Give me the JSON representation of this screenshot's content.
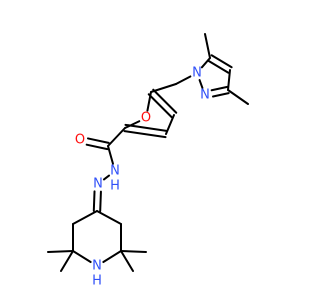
{
  "background": "#ffffff",
  "colors": {
    "bond": "#000000",
    "N": "#3050F8",
    "O": "#FF0D0D",
    "H": "#3050F8"
  },
  "molecule": {
    "atoms": [
      {
        "id": "c_me5",
        "el": "C"
      },
      {
        "id": "c5_pz",
        "el": "C"
      },
      {
        "id": "c4_pz",
        "el": "C"
      },
      {
        "id": "c3_pz",
        "el": "C"
      },
      {
        "id": "c_me3",
        "el": "C"
      },
      {
        "id": "n2_pz",
        "el": "N",
        "label": "N"
      },
      {
        "id": "n1_pz",
        "el": "N",
        "label": "N"
      },
      {
        "id": "ch2",
        "el": "C"
      },
      {
        "id": "c5_fu",
        "el": "C"
      },
      {
        "id": "o_fu",
        "el": "O",
        "label": "O"
      },
      {
        "id": "c4_fu",
        "el": "C"
      },
      {
        "id": "c3_fu",
        "el": "C"
      },
      {
        "id": "c2_fu",
        "el": "C"
      },
      {
        "id": "c_co",
        "el": "C"
      },
      {
        "id": "o_co",
        "el": "O",
        "label": "O"
      },
      {
        "id": "nh",
        "el": "N",
        "label": "N",
        "sublabel": "H"
      },
      {
        "id": "n_im",
        "el": "N",
        "label": "N"
      },
      {
        "id": "c4_pip",
        "el": "C"
      },
      {
        "id": "c3_pip",
        "el": "C"
      },
      {
        "id": "c5_pip",
        "el": "C"
      },
      {
        "id": "c2_pip",
        "el": "C"
      },
      {
        "id": "c6_pip",
        "el": "C"
      },
      {
        "id": "nh_pip",
        "el": "N",
        "label": "N",
        "sublabel": "H"
      },
      {
        "id": "me2a",
        "el": "C"
      },
      {
        "id": "me2b",
        "el": "C"
      },
      {
        "id": "me6a",
        "el": "C"
      },
      {
        "id": "me6b",
        "el": "C"
      }
    ],
    "bonds": [
      {
        "a": "c_me5",
        "b": "c5_pz",
        "order": 1
      },
      {
        "a": "c5_pz",
        "b": "c4_pz",
        "order": 2
      },
      {
        "a": "c4_pz",
        "b": "c3_pz",
        "order": 1
      },
      {
        "a": "c3_pz",
        "b": "c_me3",
        "order": 1
      },
      {
        "a": "c3_pz",
        "b": "n2_pz",
        "order": 2
      },
      {
        "a": "n2_pz",
        "b": "n1_pz",
        "order": 1
      },
      {
        "a": "n1_pz",
        "b": "c5_pz",
        "order": 1
      },
      {
        "a": "n1_pz",
        "b": "ch2",
        "order": 1
      },
      {
        "a": "ch2",
        "b": "c5_fu",
        "order": 1
      },
      {
        "a": "c5_fu",
        "b": "o_fu",
        "order": 1
      },
      {
        "a": "o_fu",
        "b": "c2_fu",
        "order": 1
      },
      {
        "a": "c5_fu",
        "b": "c4_fu",
        "order": 2
      },
      {
        "a": "c4_fu",
        "b": "c3_fu",
        "order": 1
      },
      {
        "a": "c3_fu",
        "b": "c2_fu",
        "order": 2
      },
      {
        "a": "c2_fu",
        "b": "c_co",
        "order": 1
      },
      {
        "a": "c_co",
        "b": "o_co",
        "order": 2
      },
      {
        "a": "c_co",
        "b": "nh",
        "order": 1
      },
      {
        "a": "nh",
        "b": "n_im",
        "order": 1
      },
      {
        "a": "n_im",
        "b": "c4_pip",
        "order": 2
      },
      {
        "a": "c4_pip",
        "b": "c3_pip",
        "order": 1
      },
      {
        "a": "c4_pip",
        "b": "c5_pip",
        "order": 1
      },
      {
        "a": "c3_pip",
        "b": "c2_pip",
        "order": 1
      },
      {
        "a": "c5_pip",
        "b": "c6_pip",
        "order": 1
      },
      {
        "a": "c2_pip",
        "b": "nh_pip",
        "order": 1
      },
      {
        "a": "c6_pip",
        "b": "nh_pip",
        "order": 1
      },
      {
        "a": "c2_pip",
        "b": "me2a",
        "order": 1
      },
      {
        "a": "c2_pip",
        "b": "me2b",
        "order": 1
      },
      {
        "a": "c6_pip",
        "b": "me6a",
        "order": 1
      },
      {
        "a": "c6_pip",
        "b": "me6b",
        "order": 1
      }
    ]
  }
}
